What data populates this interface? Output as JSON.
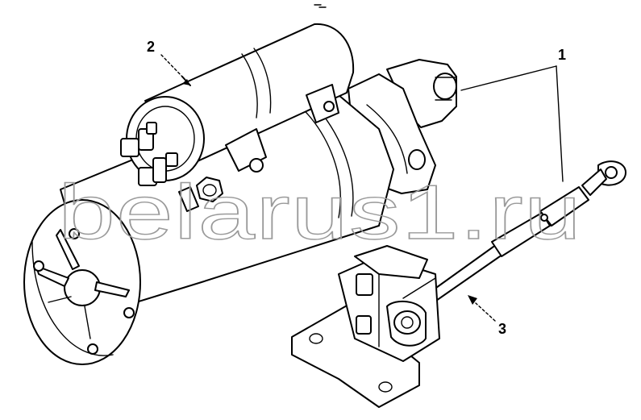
{
  "callouts": {
    "c1": "1",
    "c2": "2",
    "c3": "3"
  },
  "watermark": "belarus1.ru",
  "colors": {
    "line": "#000000",
    "background": "#ffffff",
    "watermark": "#9a9a9a"
  }
}
